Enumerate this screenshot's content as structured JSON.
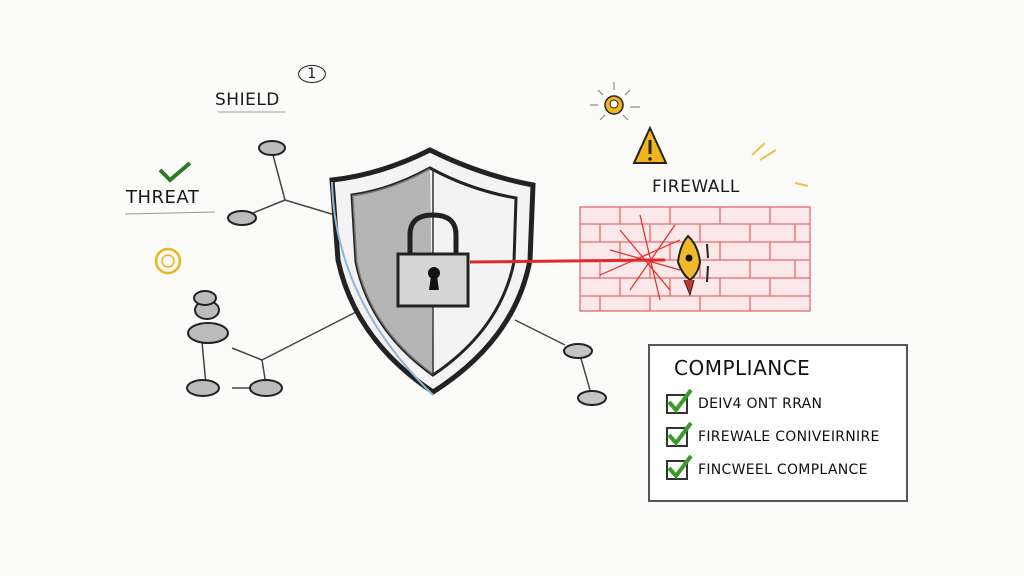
{
  "diagram": {
    "type": "hand-drawn security sketch",
    "labels": {
      "shield": "SHIELD",
      "threat": "THREAT",
      "firewall": "FIREWALL",
      "step_number": "1"
    },
    "compliance_panel": {
      "title": "COMPLIANCE",
      "items": [
        {
          "text": "DEIV4 ONT RRAN",
          "checked": true
        },
        {
          "text": "FIREWALE CONIVEIRNIRE",
          "checked": true
        },
        {
          "text": "FINCWEEL COMPLANCE",
          "checked": true
        }
      ]
    },
    "icons": [
      "shield-icon",
      "padlock-icon",
      "lightbulb-icon",
      "warning-icon",
      "brick-wall-icon",
      "keyhole-icon",
      "network-node-icon",
      "checkmark-icon",
      "coin-icon"
    ],
    "colors": {
      "ink": "#1a1a1a",
      "wall_red": "#e0474c",
      "warning_yellow": "#f2b619",
      "check_green": "#3a9a2a",
      "blue_accent": "#7fb2e0",
      "background": "#fbfbfa"
    }
  }
}
